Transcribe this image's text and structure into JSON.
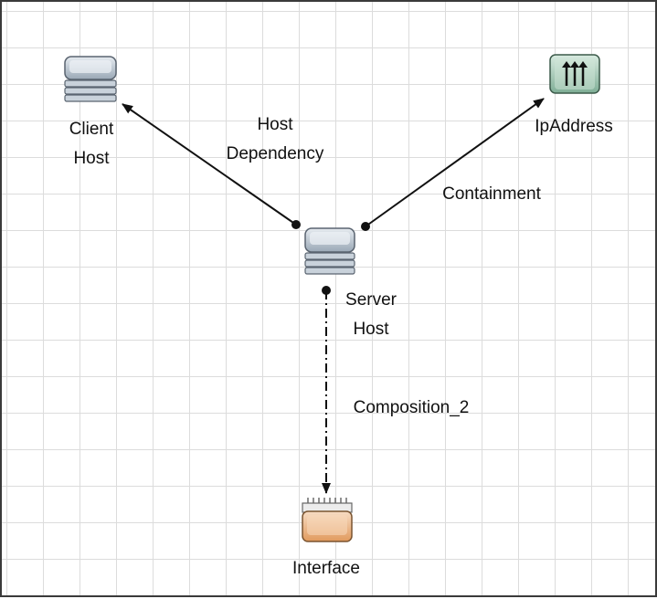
{
  "nodes": {
    "client_host": {
      "label": "Client\nHost",
      "icon": "host-icon"
    },
    "ip_address": {
      "label": "IpAddress",
      "icon": "ip-address-icon"
    },
    "server_host": {
      "label": "Server\nHost",
      "icon": "host-icon"
    },
    "interface": {
      "label": "Interface",
      "icon": "interface-icon"
    }
  },
  "edges": {
    "host_dependency": {
      "label": "Host\nDependency",
      "style": "solid"
    },
    "containment": {
      "label": "Containment",
      "style": "solid"
    },
    "composition": {
      "label": "Composition_2",
      "style": "dash-dot"
    }
  },
  "colors": {
    "grid": "#dcdcdc",
    "host_body": "#b8c4d0",
    "ip_fill": "#8fb8a2",
    "interface_fill": "#e7a873",
    "edge": "#111111"
  }
}
